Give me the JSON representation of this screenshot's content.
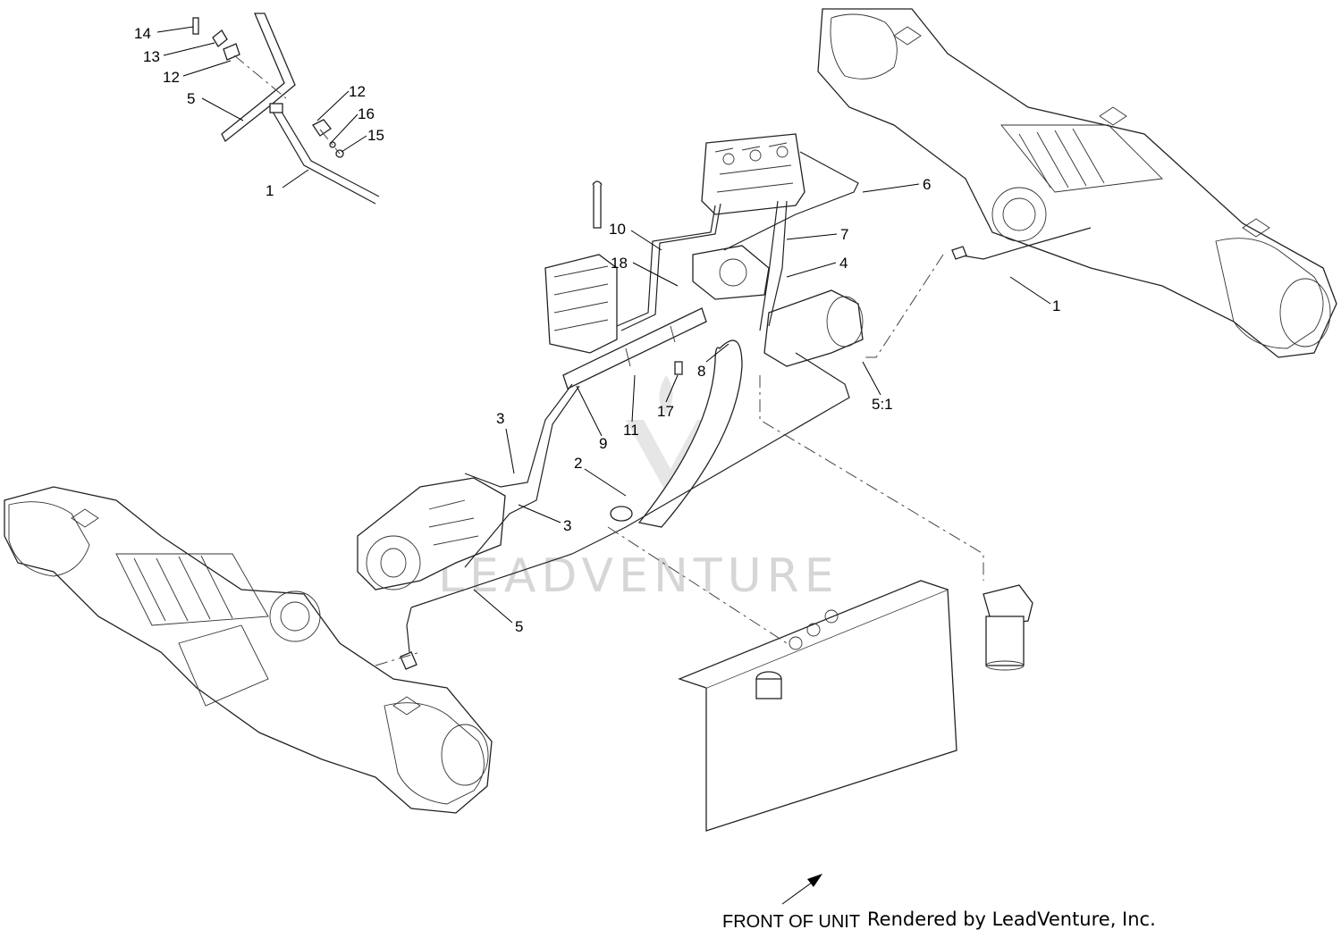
{
  "callouts": {
    "c14": "14",
    "c13": "13",
    "c12a": "12",
    "c5a": "5",
    "c12b": "12",
    "c16": "16",
    "c15": "15",
    "c1a": "1",
    "c6": "6",
    "c10": "10",
    "c7": "7",
    "c18": "18",
    "c4": "4",
    "c1b": "1",
    "c8": "8",
    "c17": "17",
    "c51": "5:1",
    "c3a": "3",
    "c9": "9",
    "c11": "11",
    "c2": "2",
    "c3b": "3",
    "c5b": "5"
  },
  "watermark": "LEADVENTURE",
  "front_label": "FRONT OF UNIT",
  "credit": "Rendered by LeadVenture, Inc."
}
